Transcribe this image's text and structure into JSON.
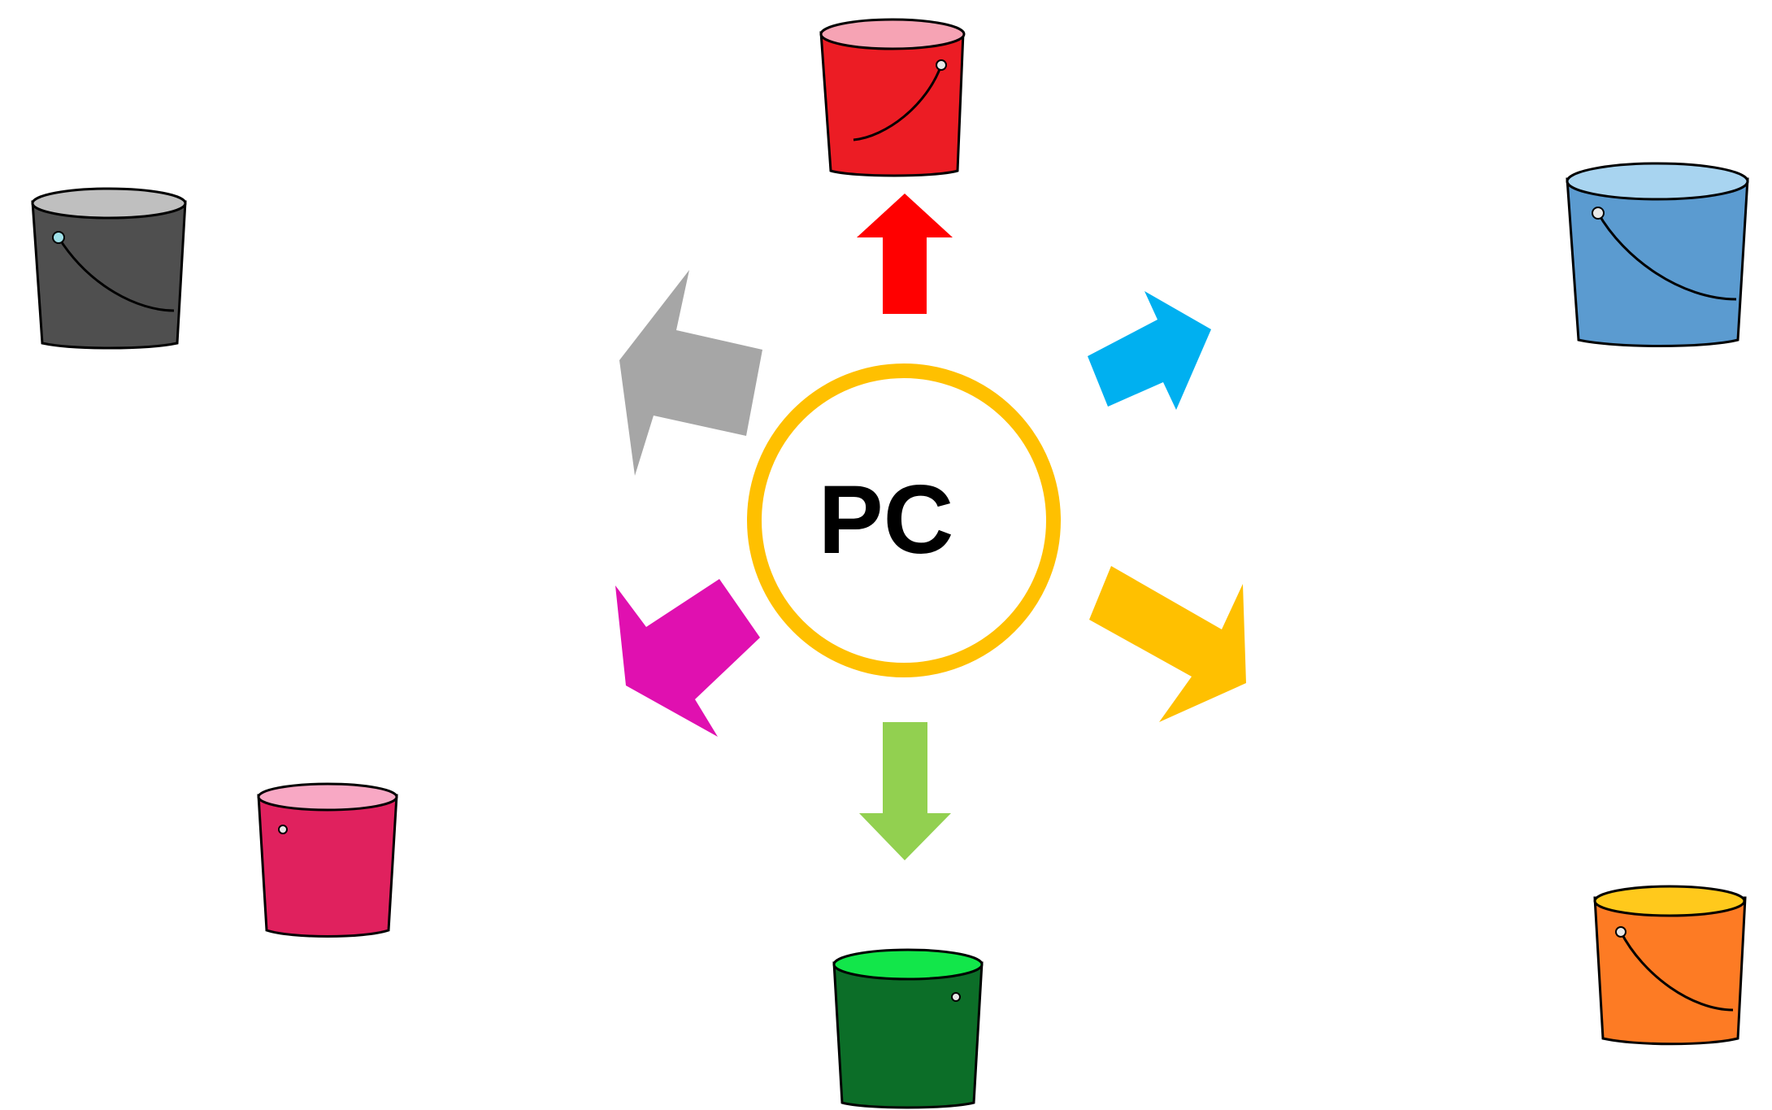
{
  "center": {
    "label": "PC",
    "ring_color": "#FFC000",
    "text_color": "#000000"
  },
  "arrows": [
    {
      "name": "arrow-up-red",
      "color": "#FF0000",
      "direction": "up"
    },
    {
      "name": "arrow-upright-blue",
      "color": "#00B0F0",
      "direction": "up-right"
    },
    {
      "name": "arrow-downright-yellow",
      "color": "#FFC000",
      "direction": "down-right"
    },
    {
      "name": "arrow-down-green",
      "color": "#92D050",
      "direction": "down"
    },
    {
      "name": "arrow-downleft-magenta",
      "color": "#E010B0",
      "direction": "down-left"
    },
    {
      "name": "arrow-upleft-gray",
      "color": "#A6A6A6",
      "direction": "up-left"
    }
  ],
  "buckets": [
    {
      "name": "bucket-red",
      "body": "#EC1C24",
      "rim": "#F6A3B4"
    },
    {
      "name": "bucket-blue",
      "body": "#5B9BD0",
      "rim": "#A8D4F0"
    },
    {
      "name": "bucket-orange",
      "body": "#FD7B24",
      "rim": "#FFC91C"
    },
    {
      "name": "bucket-green",
      "body": "#0C6E28",
      "rim": "#12E64A"
    },
    {
      "name": "bucket-pink",
      "body": "#E0215E",
      "rim": "#F8A8C4"
    },
    {
      "name": "bucket-gray",
      "body": "#4F4F4F",
      "rim": "#BFBFBF"
    }
  ]
}
